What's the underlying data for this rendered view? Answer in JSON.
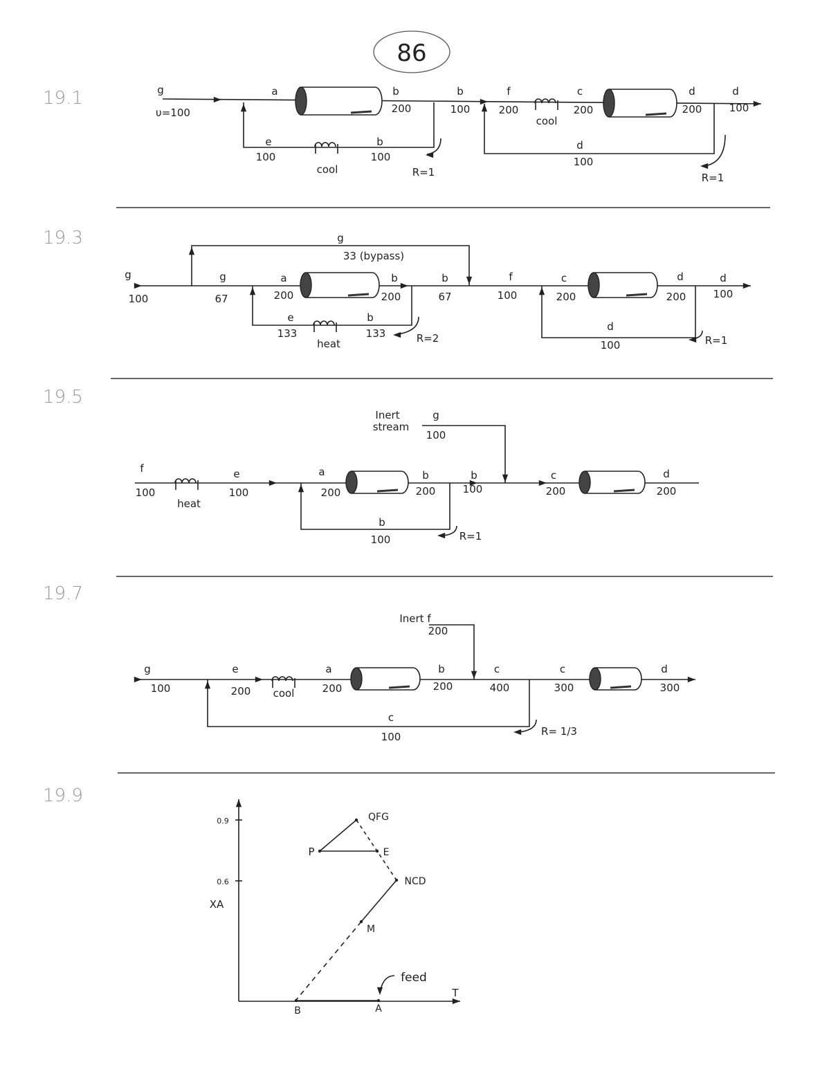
{
  "page_number": "86",
  "problems": [
    {
      "id": "19.1",
      "labels": [
        "g",
        "υ=100",
        "a",
        "b",
        "200",
        "b",
        "100",
        "f",
        "200",
        "cool",
        "c",
        "200",
        "d",
        "200",
        "d",
        "100",
        "e",
        "100",
        "cool",
        "b",
        "100",
        "R=1",
        "d",
        "100",
        "R=1"
      ]
    },
    {
      "id": "19.3",
      "labels": [
        "g",
        "100",
        "g",
        "67",
        "a",
        "200",
        "b",
        "200",
        "b",
        "67",
        "f",
        "100",
        "c",
        "200",
        "d",
        "200",
        "d",
        "100",
        "g",
        "33 (bypass)",
        "e",
        "133",
        "heat",
        "b",
        "133",
        "R=2",
        "d",
        "100",
        "R=1"
      ]
    },
    {
      "id": "19.5",
      "labels": [
        "f",
        "100",
        "heat",
        "e",
        "100",
        "a",
        "200",
        "b",
        "200",
        "b",
        "100",
        "c",
        "200",
        "d",
        "200",
        "Inert",
        "stream",
        "g",
        "100",
        "b",
        "100",
        "R=1"
      ]
    },
    {
      "id": "19.7",
      "labels": [
        "g",
        "100",
        "e",
        "200",
        "cool",
        "a",
        "200",
        "b",
        "200",
        "c",
        "400",
        "c",
        "300",
        "d",
        "300",
        "Inert f",
        "200",
        "c",
        "100",
        "R= 1/3"
      ]
    },
    {
      "id": "19.9",
      "labels": [
        "0.9",
        "0.6",
        "XA",
        "T",
        "QFG",
        "P",
        "E",
        "NCD",
        "M",
        "B",
        "A",
        "feed"
      ]
    }
  ]
}
